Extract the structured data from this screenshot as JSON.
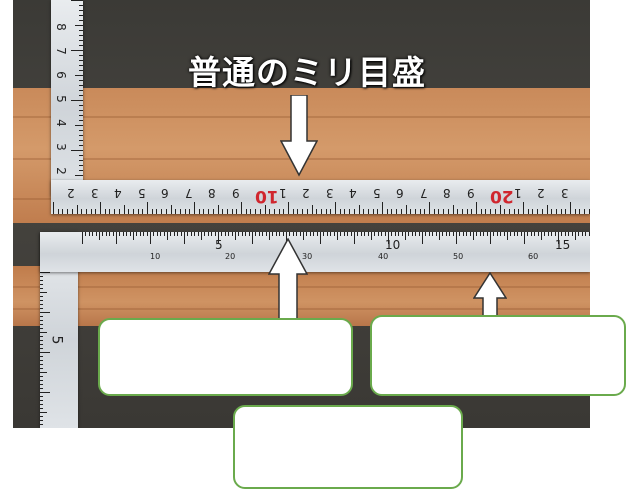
{
  "heading": {
    "text": "普通のミリ目盛"
  },
  "ruler_top": {
    "numbers": [
      "2",
      "3",
      "4",
      "5",
      "6",
      "7",
      "8",
      "9",
      "10",
      "1",
      "2",
      "3",
      "4",
      "5",
      "6",
      "7",
      "8",
      "9",
      "20",
      "1",
      "2",
      "3"
    ],
    "highlight": [
      "10",
      "20"
    ]
  },
  "ruler_bottom": {
    "major_numbers": [
      "5",
      "10",
      "15"
    ],
    "minor_numbers": [
      "10",
      "20",
      "30",
      "40",
      "50",
      "60"
    ]
  },
  "vertical_ruler": {
    "numbers": [
      "8",
      "7",
      "6",
      "5",
      "4",
      "3",
      "2"
    ]
  },
  "left_ruler_bottom": {
    "numbers": [
      "5"
    ]
  },
  "answer_boxes": [
    {
      "text": ""
    },
    {
      "text": ""
    },
    {
      "text": ""
    }
  ],
  "colors": {
    "box_border": "#6aaa4c",
    "highlight_red": "#d0262e",
    "heading_text": "#ffffff"
  }
}
